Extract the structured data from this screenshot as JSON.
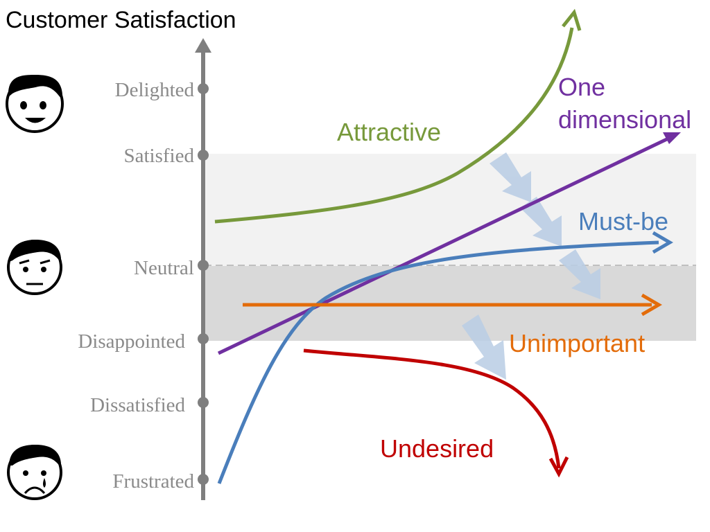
{
  "title": "Customer Satisfaction",
  "levels": [
    {
      "key": "delighted",
      "label": "Delighted"
    },
    {
      "key": "satisfied",
      "label": "Satisfied"
    },
    {
      "key": "neutral",
      "label": "Neutral"
    },
    {
      "key": "disappointed",
      "label": "Disappointed"
    },
    {
      "key": "dissatisfied",
      "label": "Dissatisfied"
    },
    {
      "key": "frustrated",
      "label": "Frustrated"
    }
  ],
  "curves": {
    "attractive": {
      "label": "Attractive",
      "color": "#77993b"
    },
    "one_dimensional": {
      "label_line1": "One",
      "label_line2": "dimensional",
      "color": "#7030a0"
    },
    "must_be": {
      "label": "Must-be",
      "color": "#4a7ebb"
    },
    "unimportant": {
      "label": "Unimportant",
      "color": "#e36c0a"
    },
    "undesired": {
      "label": "Undesired",
      "color": "#c00000"
    }
  },
  "colors": {
    "axis": "#7f7f7f",
    "band_upper": "#f2f2f2",
    "band_lower": "#d9d9d9",
    "shift_arrow": "#b8cce4"
  },
  "icons": [
    "happy-face-icon",
    "worried-face-icon",
    "sad-face-icon"
  ]
}
